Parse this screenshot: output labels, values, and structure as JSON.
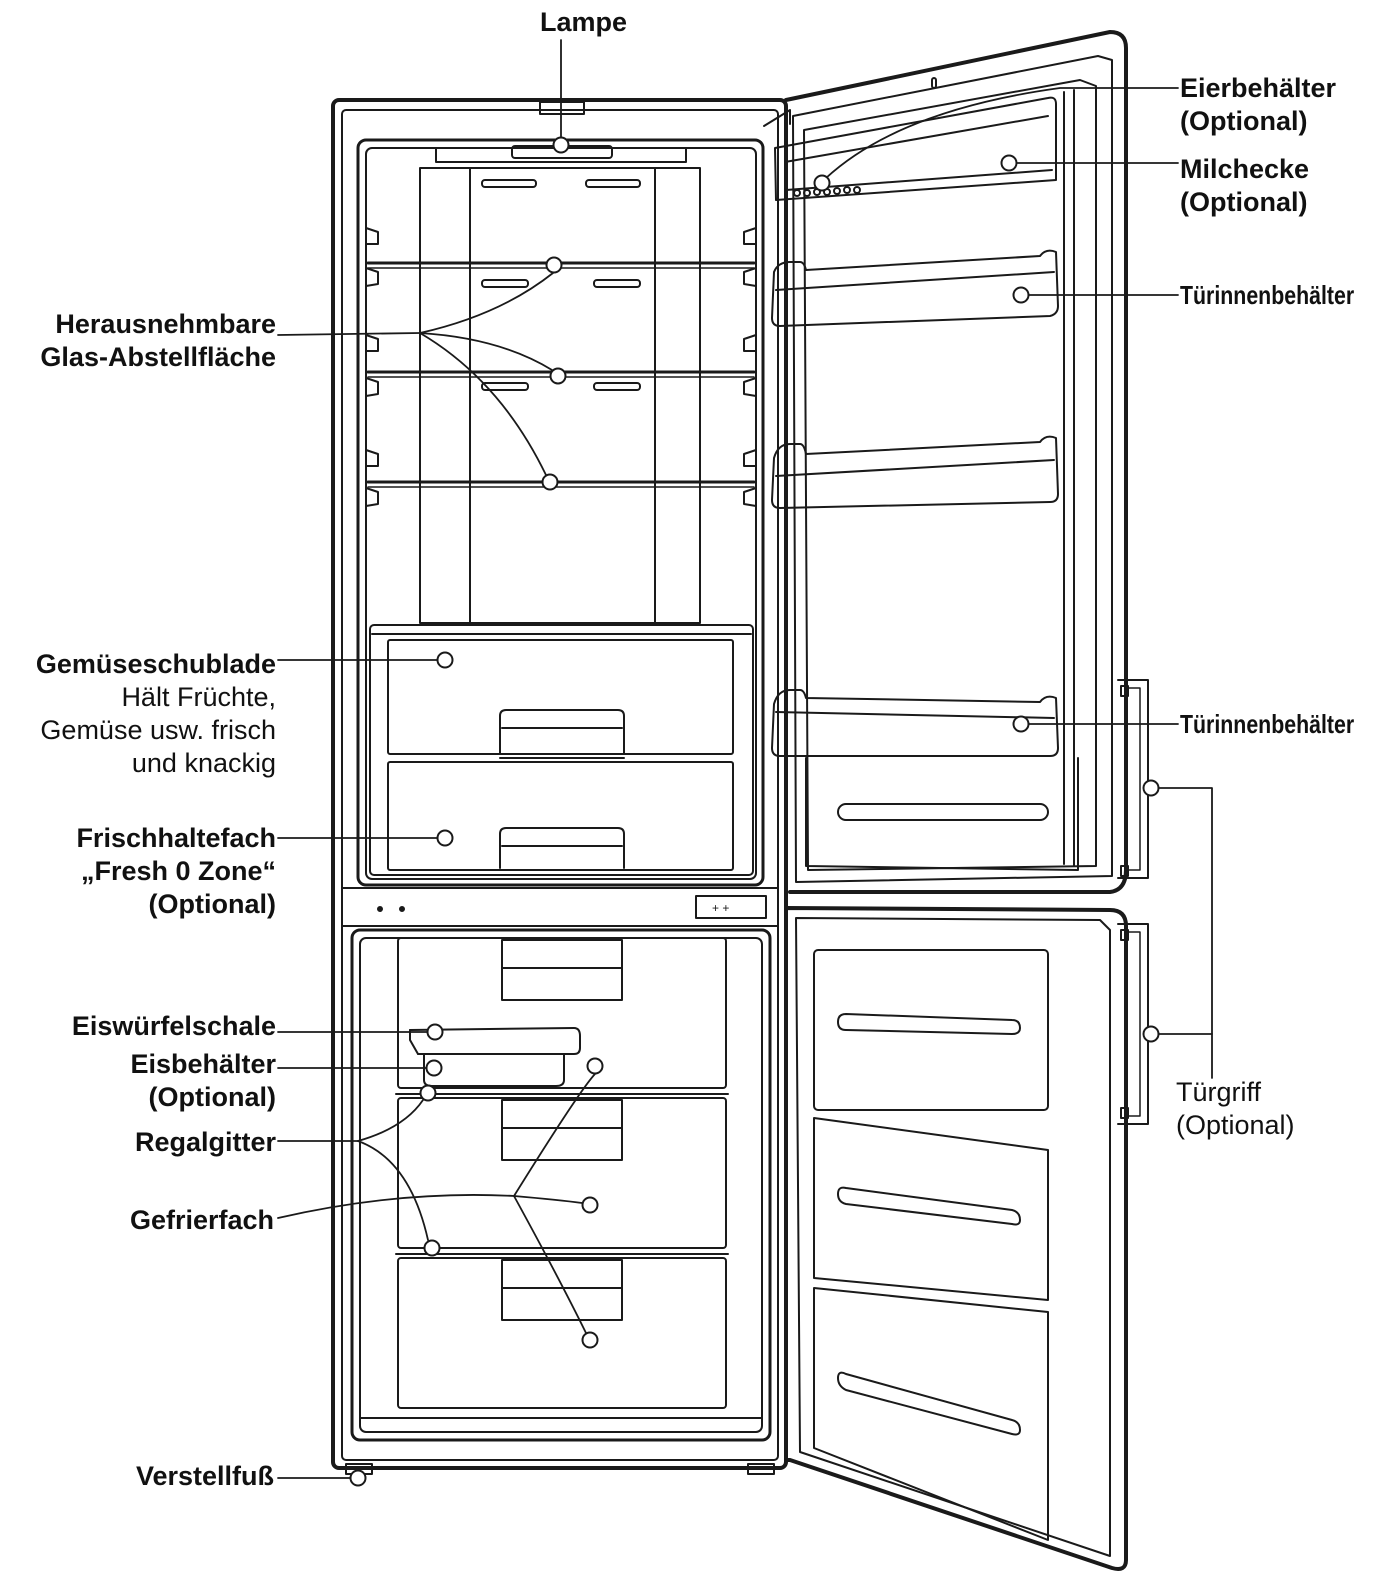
{
  "labels": {
    "lampe": "Lampe",
    "eierbehaelter": "Eierbehälter",
    "eierbehaelter_opt": "(Optional)",
    "milchecke": "Milchecke",
    "milchecke_opt": "(Optional)",
    "tuerinnen_1": "Türinnenbehälter",
    "tuerinnen_2": "Türinnenbehälter",
    "glas_1": "Herausnehmbare",
    "glas_2": "Glas-Abstellfläche",
    "gemuese": "Gemüseschublade",
    "gemuese_d1": "Hält Früchte,",
    "gemuese_d2": "Gemüse usw. frisch",
    "gemuese_d3": "und knackig",
    "frisch_1": "Frischhaltefach",
    "frisch_2": "„Fresh 0 Zone“",
    "frisch_3": "(Optional)",
    "eiswuerfel": "Eiswürfelschale",
    "eisbehaelter": "Eisbehälter",
    "eisbehaelter_opt": "(Optional)",
    "regalgitter": "Regalgitter",
    "gefrierfach": "Gefrierfach",
    "tuergriff": "Türgriff",
    "tuergriff_opt": "(Optional)",
    "verstellfuss": "Verstellfuß"
  },
  "colors": {
    "stroke": "#1a1a1a",
    "background": "#ffffff"
  }
}
